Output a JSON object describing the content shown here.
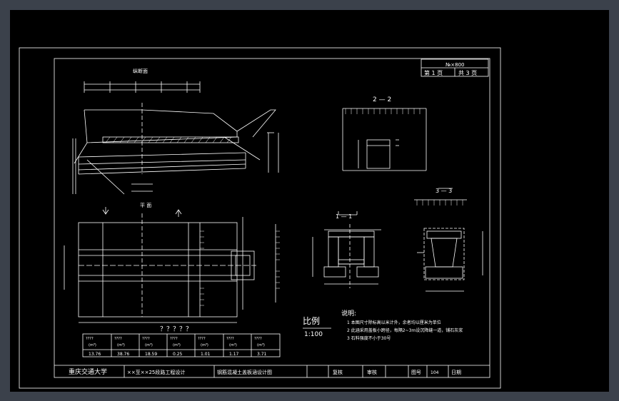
{
  "colors": {
    "background": "#000000",
    "chrome": "#3b414b",
    "lines": "#ffffff"
  },
  "title_block": {
    "drawing_no_box": "№×800",
    "sheet_current": "第 1 页",
    "sheet_total": "共 3 页",
    "school": "重庆交通大学",
    "course": "××至××25段路工程设计",
    "drawing_title": "钢筋混凝土盖板涵设计图",
    "review_label": "复核",
    "audit_label": "审核",
    "figure_no_label": "图号",
    "figure_no": "104",
    "date_label": "日期"
  },
  "views": {
    "section_label": "2 — 2",
    "plan_label": "平 面",
    "longitudinal_label": "纵断面",
    "section_1_label": "1 — 1",
    "section_3_label": "3 — 3"
  },
  "scale": {
    "label": "比例",
    "value": "1:100"
  },
  "notes": {
    "heading": "说明:",
    "items": [
      "1 本图尺寸除标高以米计外，余者均以厘米为单位",
      "2 此涵采用盖板小跨径，每隔2~3m设沉降缝一道，铺石灰浆",
      "3 石料强度不小于30号"
    ]
  },
  "quantity_table": {
    "title": "？？？？？",
    "headers": [
      "????",
      "????",
      "????",
      "????",
      "????",
      "????",
      "????"
    ],
    "units": [
      "(m³)",
      "(m³)",
      "(m³)",
      "(m³)",
      "(m³)",
      "(m³)",
      "(m³)"
    ],
    "values": [
      "13.76",
      "38.76",
      "18.59",
      "0.25",
      "1.01",
      "1.17",
      "3.71"
    ]
  }
}
